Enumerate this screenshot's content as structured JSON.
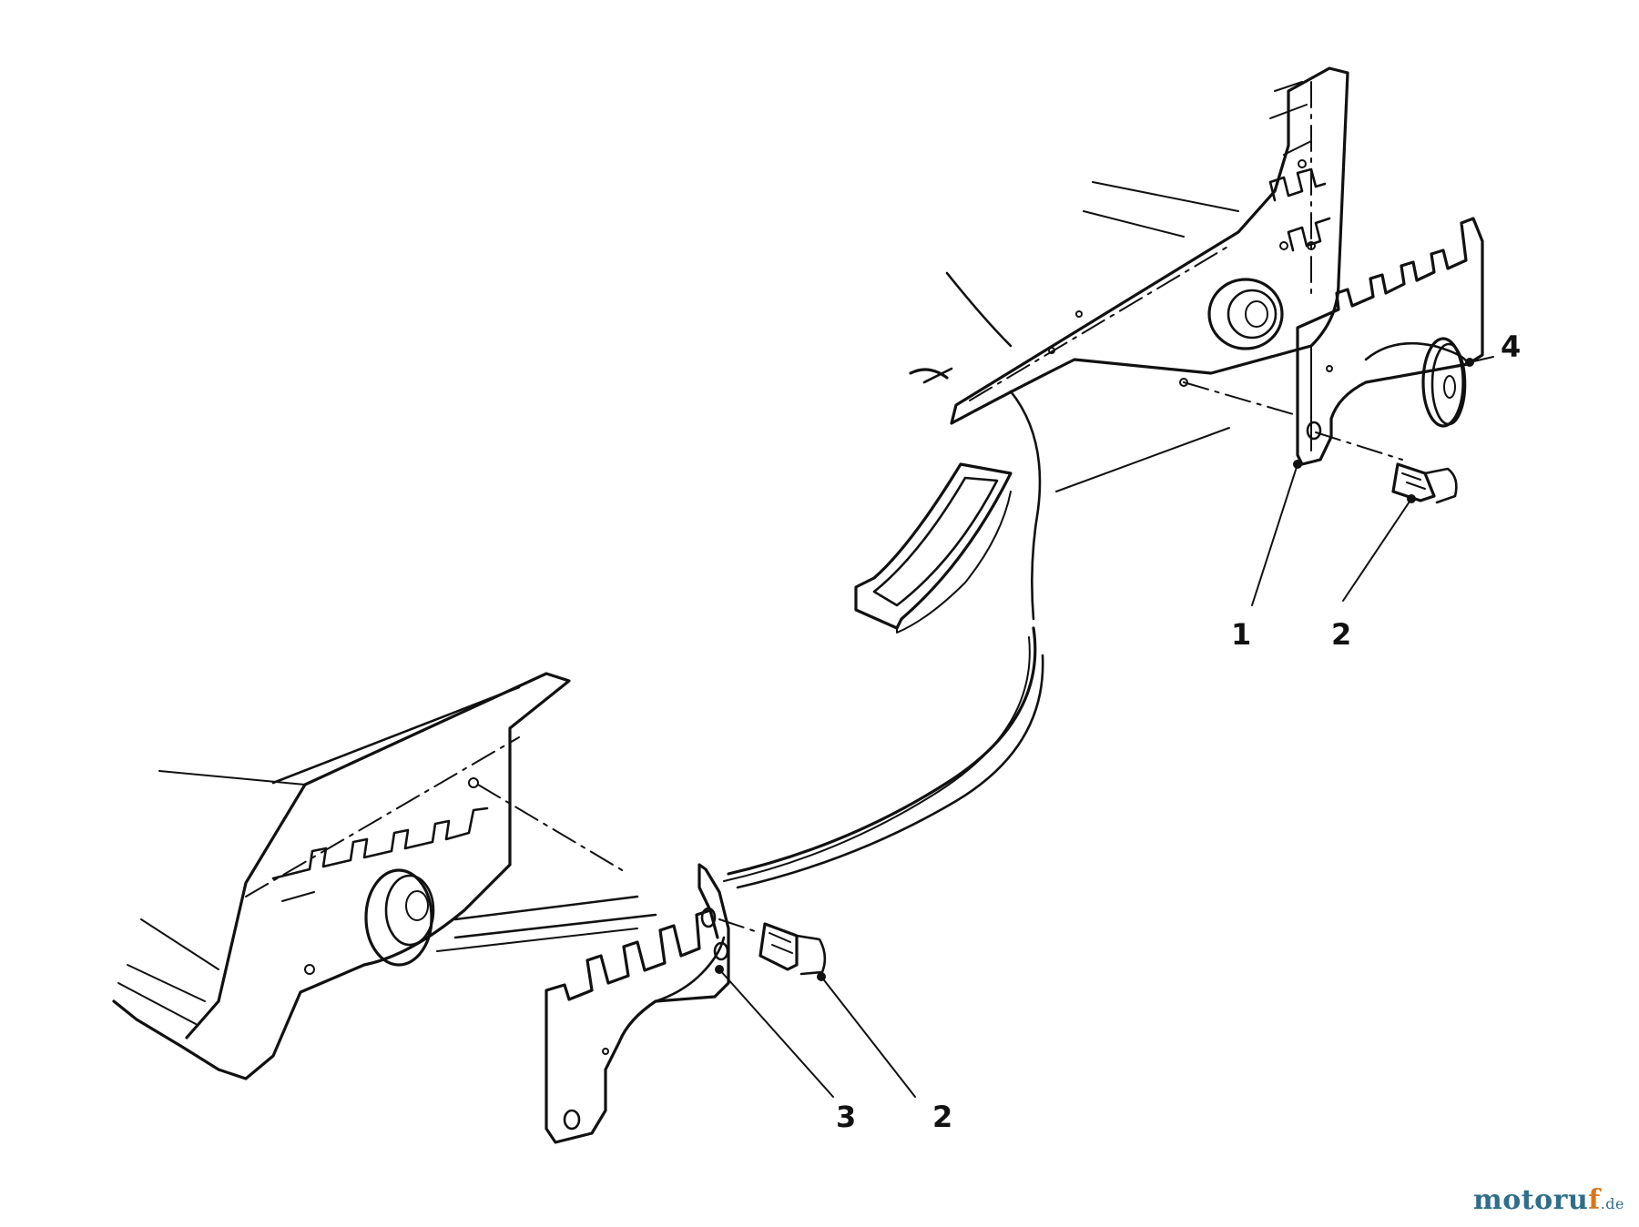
{
  "callouts": {
    "c1": "1",
    "c2a": "2",
    "c2b": "2",
    "c3": "3",
    "c4": "4"
  },
  "watermark": {
    "main": "motoru",
    "accent": "f",
    "tld": ".de"
  },
  "colors": {
    "ink": "#111111",
    "watermark_blue": "#2f6d8a",
    "watermark_orange": "#d9771d"
  }
}
